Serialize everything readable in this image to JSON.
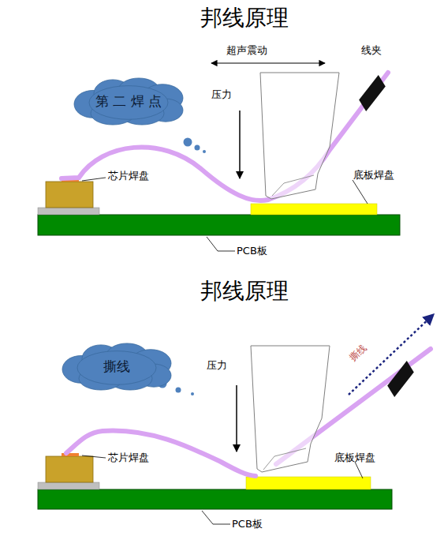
{
  "diagram": {
    "title": "邦线原理",
    "nodes": [
      {
        "text": [
          "第 二 焊 点"
        ]
      },
      {
        "text": [
          "撕线"
        ]
      }
    ],
    "labels": [
      "超声震动",
      "线夹",
      "压力",
      "芯片焊盘",
      "底板焊盘",
      "PCB板",
      "邦线原理",
      "压力",
      "撕线",
      "芯片焊盘",
      "底板焊盘",
      "PCB板"
    ]
  }
}
